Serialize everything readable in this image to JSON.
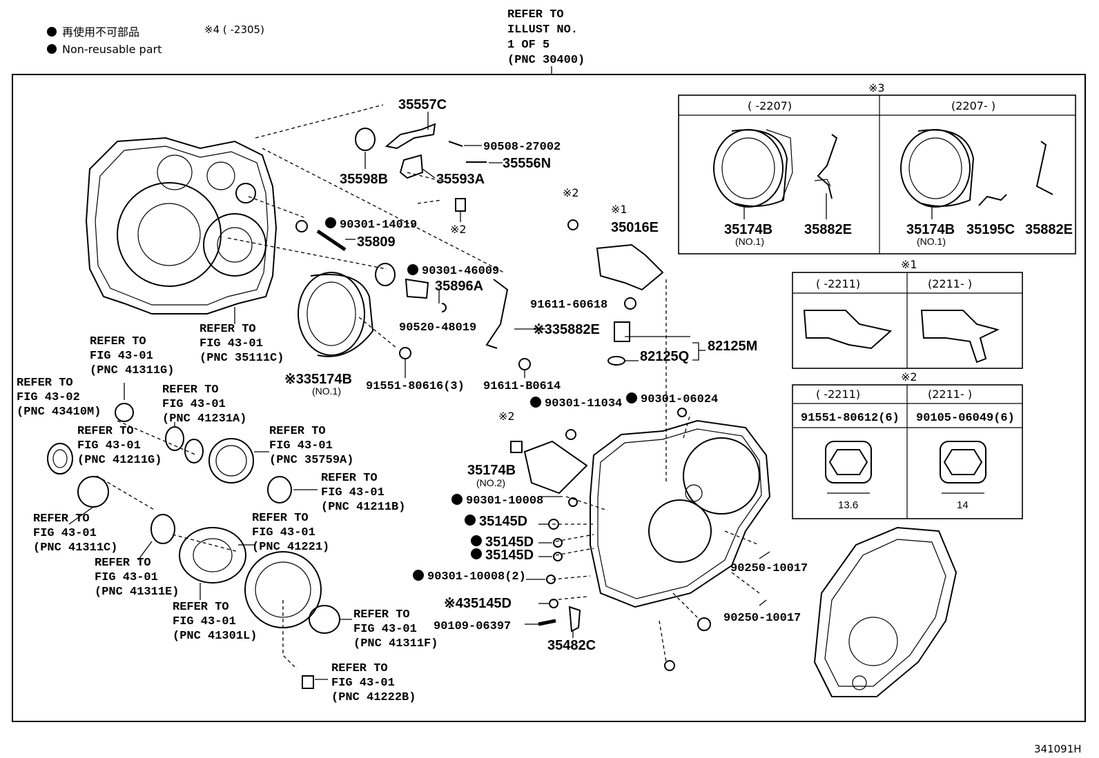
{
  "legend": {
    "dot_label_jp": "再使用不可部品",
    "dot_label_en": "Non-reusable part",
    "note4": "※4 (      -2305)"
  },
  "top_ref": [
    "REFER TO",
    "ILLUST NO.",
    "1 OF 5",
    "(PNC 30400)"
  ],
  "footer_code": "341091H",
  "inset3": {
    "mark": "※3",
    "left_header": "(      -2207)",
    "right_header": "(2207-      )",
    "left_parts": [
      "35174B",
      "35882E"
    ],
    "left_sub": "(NO.1)",
    "right_parts": [
      "35174B",
      "35195C",
      "35882E"
    ],
    "right_sub": "(NO.1)"
  },
  "inset1": {
    "mark": "※1",
    "left_header": "(      -2211)",
    "right_header": "(2211-      )"
  },
  "inset2": {
    "mark": "※2",
    "left_header": "(      -2211)",
    "right_header": "(2211-      )",
    "left_part": "91551-80612(6)",
    "right_part": "90105-06049(6)",
    "left_dim": "13.6",
    "right_dim": "14"
  },
  "labels": {
    "p35557c": "35557C",
    "p90508": "90508-27002",
    "p35556n": "35556N",
    "p35598b": "35598B",
    "p35593a": "35593A",
    "mark2a": "※2",
    "p90301_14019": "90301-14019",
    "p35809": "35809",
    "p90301_46009": "90301-46009",
    "p35896a": "35896A",
    "p90520": "90520-48019",
    "mark2b": "※2",
    "mark1": "※1",
    "p35016e": "35016E",
    "p91611_60618": "91611-60618",
    "p35882e_main": "※335882E",
    "p82125m": "82125M",
    "p82125q": "82125Q",
    "p91611_b0614": "91611-B0614",
    "p35174b_main": "※335174B",
    "p35174b_main_sub": "(NO.1)",
    "p91551_80616": "91551-80616(3)",
    "p90301_11034": "90301-11034",
    "p90301_06024": "90301-06024",
    "mark2c": "※2",
    "p35174b_no2": "35174B",
    "p35174b_no2_sub": "(NO.2)",
    "p90301_10008": "90301-10008",
    "p35145d_1": "35145D",
    "p35145d_2": "35145D",
    "p35145d_3": "35145D",
    "p90301_10008_2": "90301-10008(2)",
    "p35145d_4": "※435145D",
    "p90109": "90109-06397",
    "p35482c": "35482C",
    "p90250_a": "90250-10017",
    "p90250_b": "90250-10017"
  },
  "refs": {
    "r35111c": [
      "REFER TO",
      "FIG 43-01",
      "(PNC 35111C)"
    ],
    "r41311g": [
      "REFER TO",
      "FIG 43-01",
      "(PNC 41311G)"
    ],
    "r43410m": [
      "REFER TO",
      "FIG 43-02",
      "(PNC 43410M)"
    ],
    "r41231a": [
      "REFER TO",
      "FIG 43-01",
      "(PNC 41231A)"
    ],
    "r41211g": [
      "REFER TO",
      "FIG 43-01",
      "(PNC 41211G)"
    ],
    "r35759a": [
      "REFER TO",
      "FIG 43-01",
      "(PNC 35759A)"
    ],
    "r41211b": [
      "REFER TO",
      "FIG 43-01",
      "(PNC 41211B)"
    ],
    "r41311c": [
      "REFER TO",
      "FIG 43-01",
      "(PNC 41311C)"
    ],
    "r41221": [
      "REFER TO",
      "FIG 43-01",
      "(PNC 41221)"
    ],
    "r41311e": [
      "REFER TO",
      "FIG 43-01",
      "(PNC 41311E)"
    ],
    "r41301l": [
      "REFER TO",
      "FIG 43-01",
      "(PNC 41301L)"
    ],
    "r41311f": [
      "REFER TO",
      "FIG 43-01",
      "(PNC 41311F)"
    ],
    "r41222b": [
      "REFER TO",
      "FIG 43-01",
      "(PNC 41222B)"
    ]
  }
}
